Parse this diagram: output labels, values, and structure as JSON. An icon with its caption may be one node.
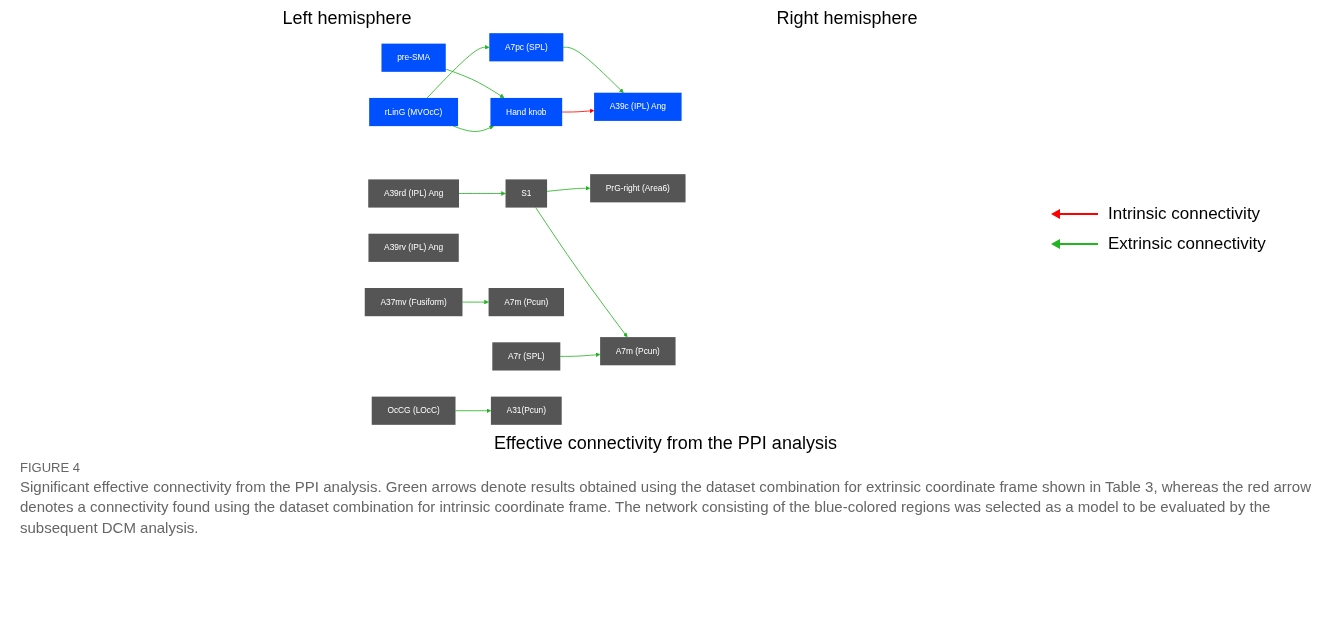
{
  "diagram": {
    "caption": "Significant effective connectivity from the PPI analysis. Green arrows denote results obtained using the dataset combination for extrinsic coordinate frame shown in Table 3, whereas the red arrow denotes a connectivity found using the dataset combination for intrinsic coordinate frame. The network consisting of the blue-colored regions was selected as a model to be evaluated by the subsequent DCM analysis.",
    "nodes": [
      {
        "text": [
          "S1"
        ]
      },
      {
        "text": [
          "PrG-right (Area6)"
        ]
      },
      {
        "text": [
          "pre-SMA"
        ]
      },
      {
        "text": [
          "A39rd (IPL) Ang"
        ]
      },
      {
        "text": [
          "A7m (Pcun)"
        ]
      },
      {
        "text": [
          "A7r (SPL)"
        ]
      },
      {
        "text": [
          "A7pc (SPL)"
        ]
      },
      {
        "text": [
          "A7m (Pcun)"
        ]
      },
      {
        "text": [
          "Hand knob"
        ]
      },
      {
        "text": [
          "A31(Pcun)"
        ]
      },
      {
        "text": [
          "OcCG (LOcC)"
        ]
      },
      {
        "text": [
          "A39rv (IPL) Ang"
        ]
      },
      {
        "text": [
          "A39c (IPL) Ang"
        ]
      },
      {
        "text": [
          "rLinG (MVOcC)"
        ]
      },
      {
        "text": [
          "A37mv (Fusiform)"
        ]
      }
    ],
    "edges": [
      {
        "from": 0,
        "to": 1,
        "arrow": "to"
      },
      {
        "from": 3,
        "to": 0,
        "arrow": "to"
      },
      {
        "from": 0,
        "to": 4,
        "arrow": "to"
      },
      {
        "from": 2,
        "to": 8,
        "arrow": "to"
      },
      {
        "from": 5,
        "to": 4,
        "arrow": "to"
      },
      {
        "from": 10,
        "to": 9,
        "arrow": "to"
      },
      {
        "from": 6,
        "to": 12,
        "arrow": "to"
      },
      {
        "from": 8,
        "to": 12,
        "arrow": "to",
        "color": "#ff0000"
      },
      {
        "from": 13,
        "to": 8,
        "arrow": "to"
      },
      {
        "from": 13,
        "to": 6,
        "arrow": "to"
      },
      {
        "from": 14,
        "to": 7,
        "arrow": "to"
      }
    ],
    "labels": [
      "Left hemisphere",
      "Right hemisphere",
      "Effective connectivity from the PPI analysis",
      "FIGURE 4"
    ],
    "legend": [
      {
        "text": "Intrinsic connectivity"
      },
      {
        "text": "Extrinsic connectivity"
      }
    ]
  }
}
